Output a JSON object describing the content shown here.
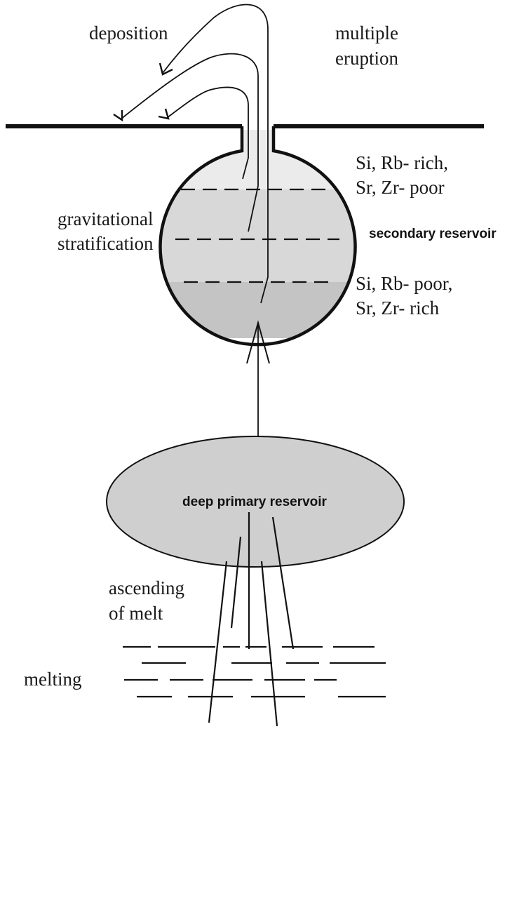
{
  "labels": {
    "deposition": "deposition",
    "multiple_eruption_line1": "multiple",
    "multiple_eruption_line2": "eruption",
    "upper_chem_line1": "Si, Rb- rich,",
    "upper_chem_line2": "Sr, Zr- poor",
    "gravitational_line1": "gravitational",
    "gravitational_line2": "stratification",
    "secondary_reservoir": "secondary reservoir",
    "lower_chem_line1": "Si, Rb- poor,",
    "lower_chem_line2": "Sr, Zr- rich",
    "deep_primary_reservoir": "deep primary reservoir",
    "ascending_line1": "ascending",
    "ascending_line2": "of melt",
    "melting": "melting"
  },
  "colors": {
    "line": "#111111",
    "reservoir_light": "#ebebeb",
    "reservoir_mid": "#d8d8d8",
    "reservoir_dark": "#c4c4c4",
    "primary_fill": "#cfcfcf"
  }
}
